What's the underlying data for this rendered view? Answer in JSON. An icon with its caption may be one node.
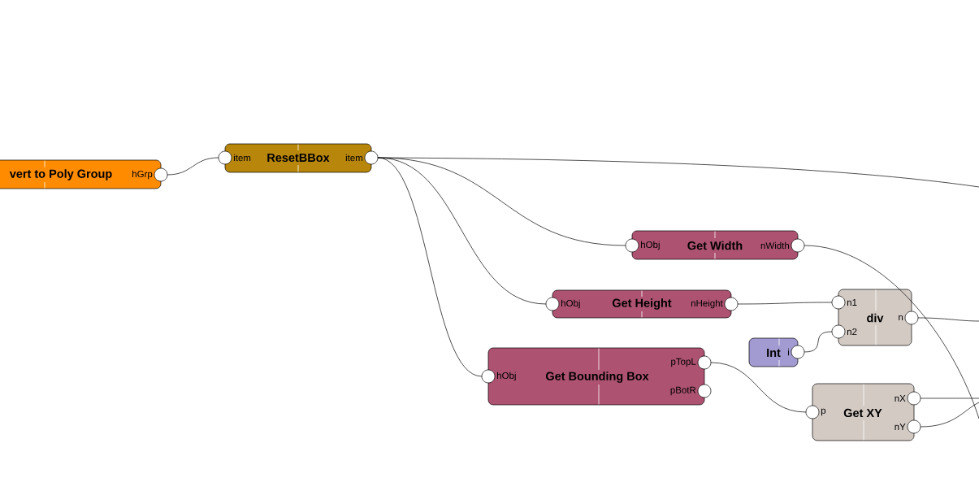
{
  "diagram": {
    "nodes": [
      {
        "text": [
          "vert to Poly Group",
          "hGrp"
        ]
      },
      {
        "text": [
          "item",
          "ResetBBox",
          "item"
        ]
      },
      {
        "text": [
          "hObj",
          "Get Width",
          "nWidth"
        ]
      },
      {
        "text": [
          "hObj",
          "Get Height",
          "nHeight"
        ]
      },
      {
        "text": [
          "pTopL",
          "hObj",
          "Get Bounding Box",
          "pBotR"
        ]
      },
      {
        "text": [
          "n1",
          "div",
          "n",
          "n2"
        ]
      },
      {
        "text": [
          "Int",
          "i"
        ]
      },
      {
        "text": [
          "nX",
          "p",
          "Get XY",
          "nY"
        ]
      }
    ],
    "edges": [
      {
        "from": 0,
        "to": 1,
        "arrow": "none"
      },
      {
        "from": 1,
        "to": null,
        "arrow": "none"
      },
      {
        "from": 1,
        "to": 2,
        "arrow": "none"
      },
      {
        "from": 1,
        "to": 3,
        "arrow": "none"
      },
      {
        "from": 1,
        "to": 4,
        "arrow": "none"
      },
      {
        "from": 2,
        "to": null,
        "arrow": "none"
      },
      {
        "from": 3,
        "to": 5,
        "arrow": "none"
      },
      {
        "from": 6,
        "to": 5,
        "arrow": "none"
      },
      {
        "from": 5,
        "to": null,
        "arrow": "none"
      },
      {
        "from": 4,
        "to": 7,
        "arrow": "none"
      },
      {
        "from": 7,
        "to": null,
        "arrow": "none"
      },
      {
        "from": 7,
        "to": null,
        "arrow": "none"
      }
    ]
  }
}
